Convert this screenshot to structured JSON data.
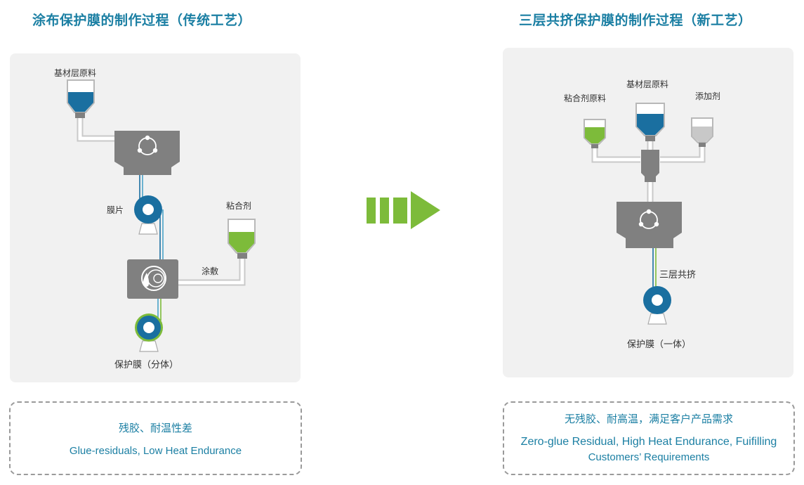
{
  "left": {
    "title": "涂布保护膜的制作过程（传统工艺）",
    "labels": {
      "base_material": "基材层原料",
      "film": "膜片",
      "adhesive": "粘合剂",
      "coating": "涂敷",
      "product": "保护膜（分体）"
    },
    "note": {
      "cn": "残胶、耐温性差",
      "en": "Glue-residuals, Low Heat Endurance"
    }
  },
  "right": {
    "title": "三层共挤保护膜的制作过程（新工艺）",
    "labels": {
      "adhesive_material": "粘合剂原料",
      "base_material": "基材层原料",
      "additive": "添加剂",
      "coextrusion": "三层共挤",
      "product": "保护膜（一体）"
    },
    "note": {
      "cn": "无残胶、耐高温，满足客户产品需求",
      "en_line1": "Zero-glue Residual, High Heat Endurance, Fuifilling",
      "en_line2": "Customers’ Requirements"
    }
  },
  "colors": {
    "title": "#1b7fa3",
    "blue_fill": "#1a6fa0",
    "green_fill": "#7dbb3a",
    "gray_machine": "#808080",
    "arrow_green": "#7dbb3a"
  },
  "icons": [
    "hopper-icon",
    "extruder-icon",
    "film-roll-icon",
    "coater-icon",
    "arrow-right-icon"
  ]
}
